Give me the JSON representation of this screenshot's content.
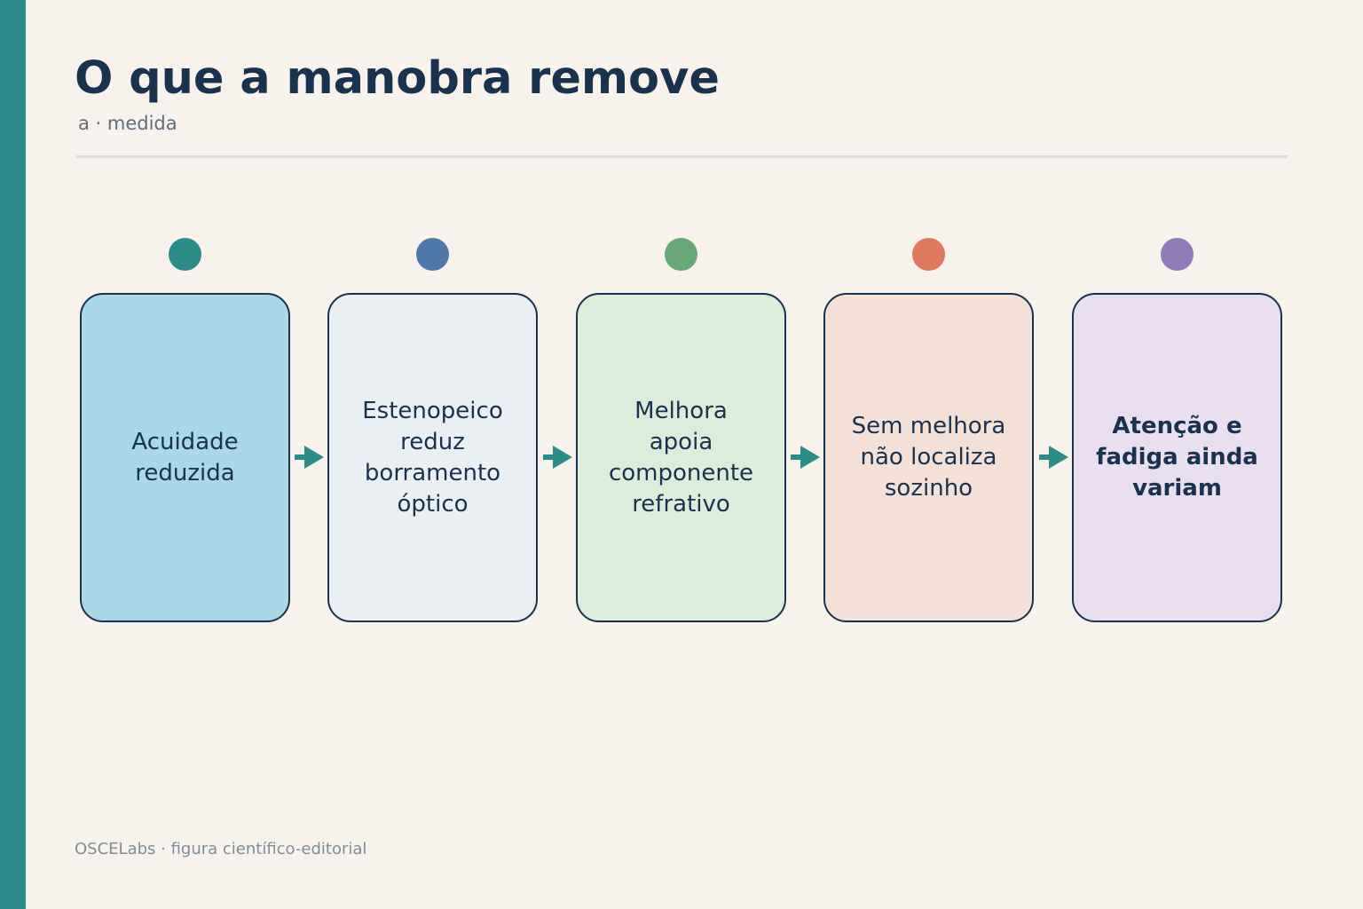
{
  "header": {
    "title": "O que a manobra remove",
    "subtitle": "a · medida"
  },
  "steps": [
    {
      "label": "Acuidade\nreduzida",
      "bold": false,
      "card_color": "#aad8e6",
      "dot_color": "#2b8c89"
    },
    {
      "label": "Estenopeico\nreduz\nborramento\nóptico",
      "bold": false,
      "card_color": "#eaeff3",
      "dot_color": "#4f79a8"
    },
    {
      "label": "Melhora\napoia\ncomponente\nrefrativo",
      "bold": false,
      "card_color": "#ddeddb",
      "dot_color": "#68a776"
    },
    {
      "label": "Sem melhora\nnão localiza\nsozinho",
      "bold": false,
      "card_color": "#f4e0d7",
      "dot_color": "#e07a5f"
    },
    {
      "label": "Atenção e\nfadiga ainda\nvariam",
      "bold": true,
      "card_color": "#e9dff0",
      "dot_color": "#8f7cb6"
    }
  ],
  "colors": {
    "accent": "#2b8c89",
    "text": "#19324f",
    "background": "#f7f3ec"
  },
  "footer": {
    "text": "OSCELabs · figura científico-editorial"
  }
}
